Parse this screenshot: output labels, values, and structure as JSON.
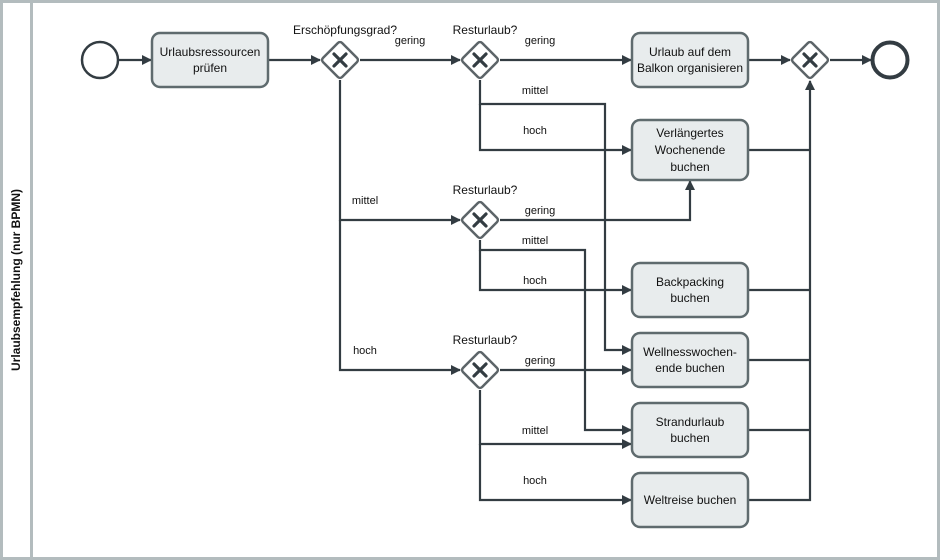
{
  "pool": {
    "label": "Urlaubsempfehlung (nur BPMN)"
  },
  "tasks": {
    "check": [
      "Urlaubsressourcen",
      "prüfen"
    ],
    "balkon": [
      "Urlaub auf dem",
      "Balkon organisieren"
    ],
    "weekend": [
      "Verlängertes",
      "Wochenende",
      "buchen"
    ],
    "backpacking": [
      "Backpacking",
      "buchen"
    ],
    "wellness": [
      "Wellnesswochen-",
      "ende buchen"
    ],
    "strand": [
      "Strandurlaub",
      "buchen"
    ],
    "weltreise": [
      "Weltreise buchen"
    ]
  },
  "gateways": {
    "exhaustion": "Erschöpfungsgrad?",
    "vacation_1": "Resturlaub?",
    "vacation_2": "Resturlaub?",
    "vacation_3": "Resturlaub?"
  },
  "conditions": {
    "exh_low": "gering",
    "exh_mid": "mittel",
    "exh_high": "hoch",
    "v1_low": "gering",
    "v1_mid": "mittel",
    "v1_high": "hoch",
    "v2_low": "gering",
    "v2_mid": "mittel",
    "v2_high": "hoch",
    "v3_low": "gering",
    "v3_mid": "mittel",
    "v3_high": "hoch"
  },
  "colors": {
    "stroke": "#333c42",
    "task_fill": "#e8eced",
    "task_stroke": "#5f6b6e",
    "gateway_stroke": "#5c6468",
    "pool_stroke": "#b3bcbe"
  }
}
